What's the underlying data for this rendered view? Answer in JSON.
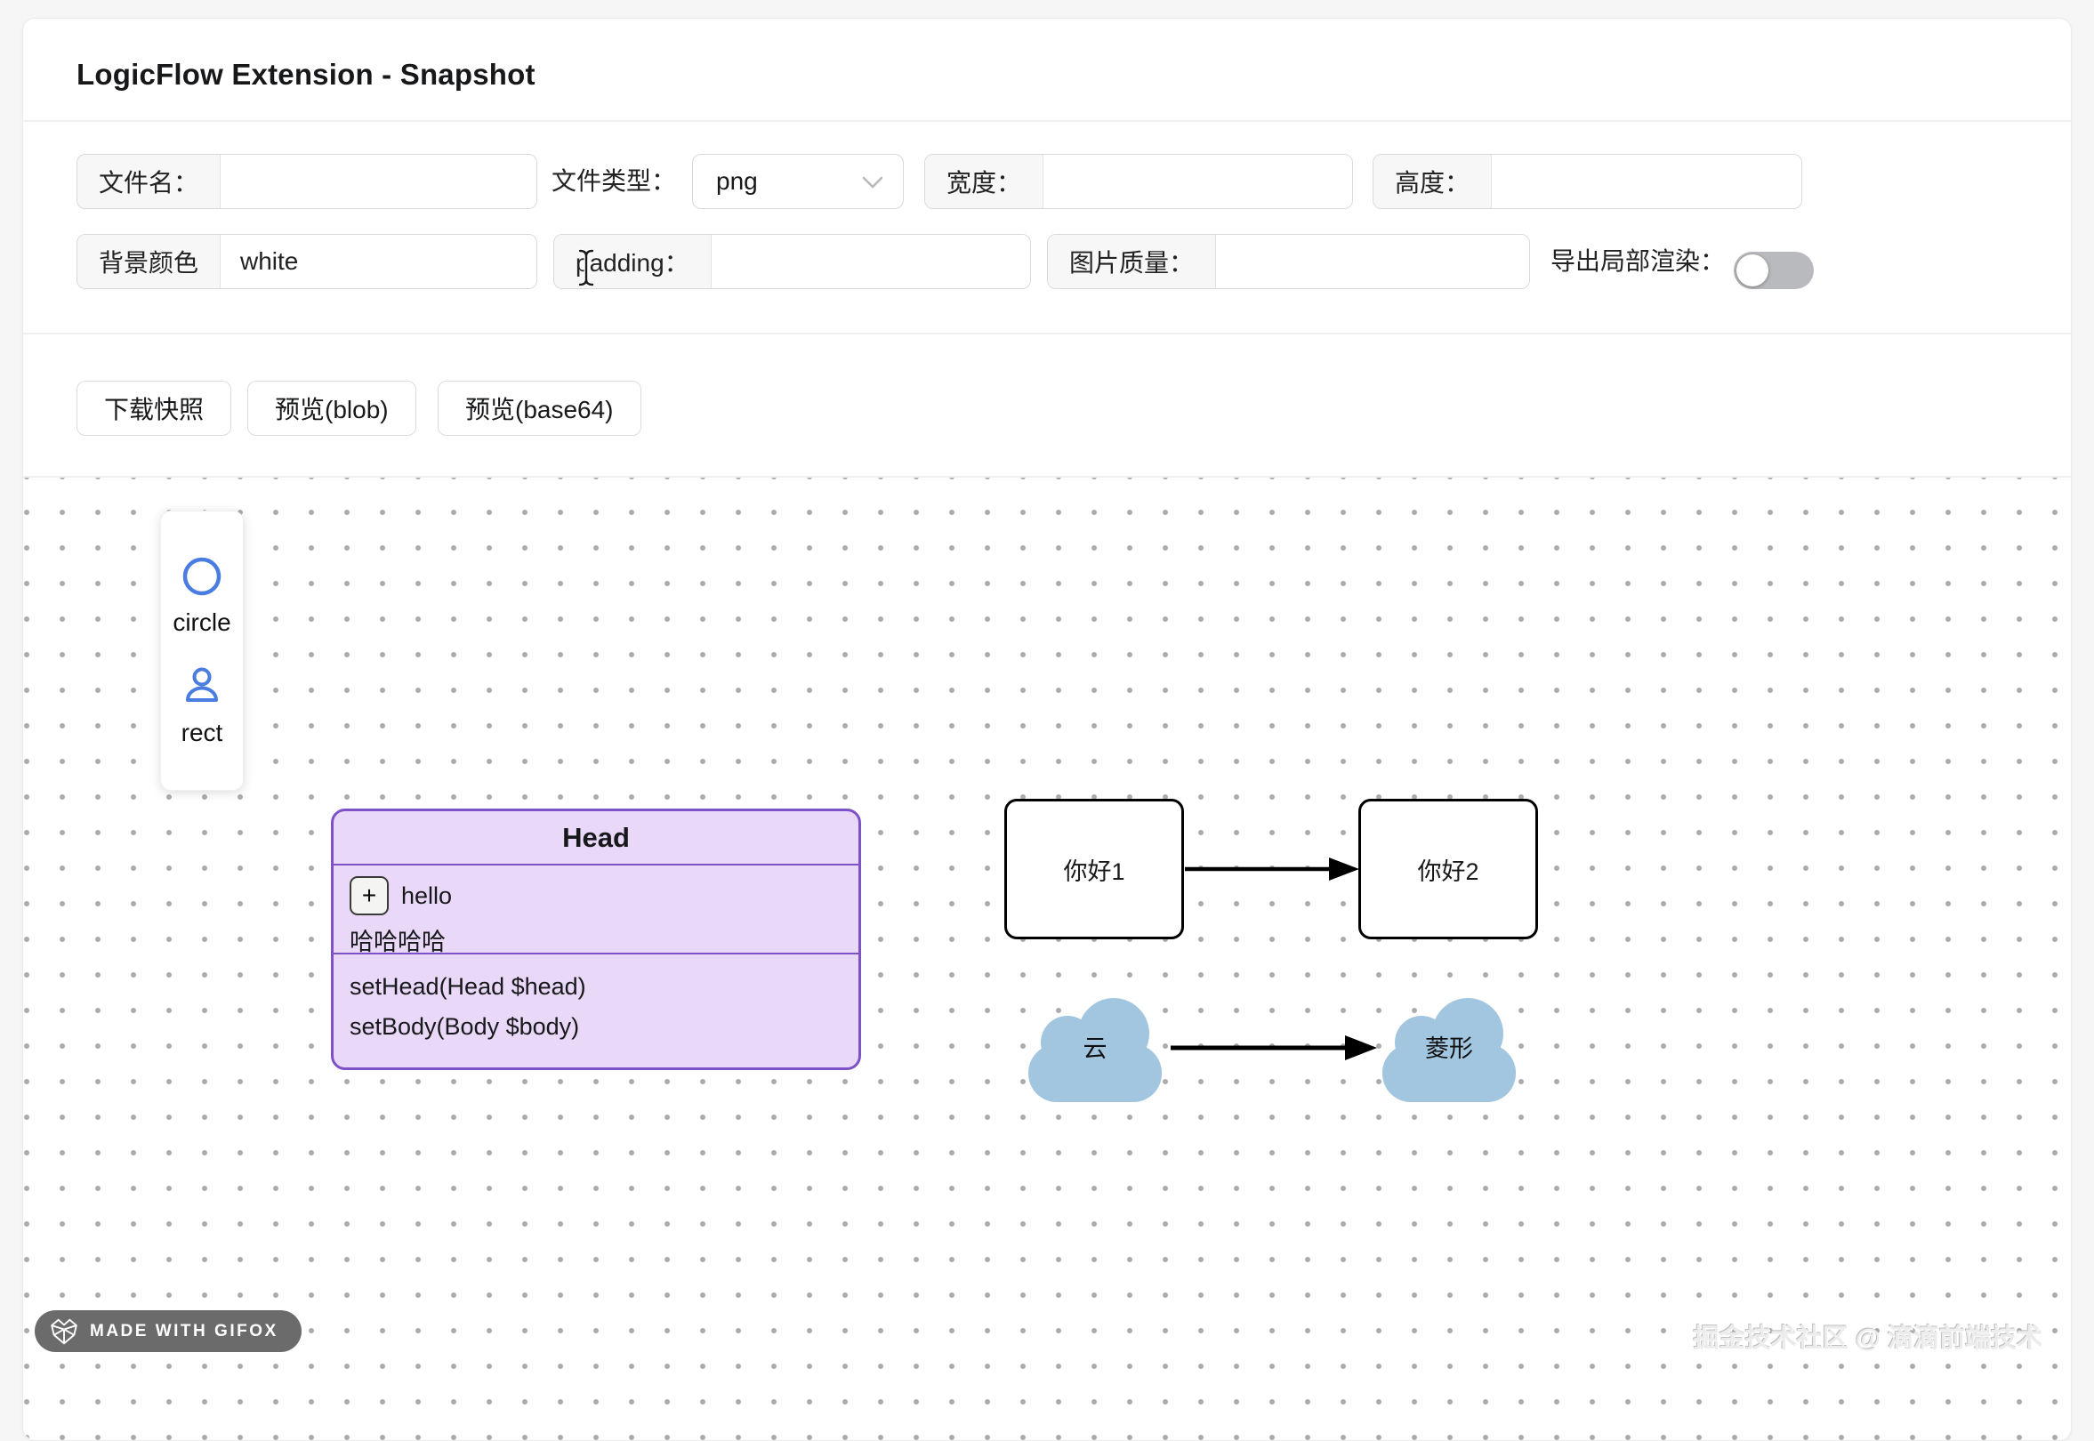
{
  "header": {
    "title": "LogicFlow Extension - Snapshot"
  },
  "form": {
    "file_name": {
      "label": "文件名：",
      "value": ""
    },
    "file_type": {
      "label": "文件类型：",
      "selected": "png"
    },
    "width": {
      "label": "宽度：",
      "value": ""
    },
    "height": {
      "label": "高度：",
      "value": ""
    },
    "bg_color": {
      "label": "背景颜色",
      "value": "white"
    },
    "padding": {
      "label": "padding：",
      "value": ""
    },
    "quality": {
      "label": "图片质量：",
      "value": ""
    },
    "partial_render": {
      "label": "导出局部渲染：",
      "state": "off"
    }
  },
  "actions": {
    "download": "下载快照",
    "preview_blob": "预览(blob)",
    "preview_base64": "预览(base64)"
  },
  "palette": {
    "items": [
      {
        "icon": "circle-icon",
        "label": "circle"
      },
      {
        "icon": "user-icon",
        "label": "rect"
      }
    ]
  },
  "canvas": {
    "head_node": {
      "title": "Head",
      "plus": "+",
      "property": "hello",
      "property2": "哈哈哈哈",
      "methods": [
        "setHead(Head $head)",
        "setBody(Body $body)"
      ]
    },
    "rect_nodes": [
      "你好1",
      "你好2"
    ],
    "cloud_nodes": [
      "云",
      "菱形"
    ]
  },
  "badges": {
    "gifox": "MADE WITH GIFOX",
    "watermark": "掘金技术社区 @ 滴滴前端技术"
  },
  "colors": {
    "accent_purple": "#7d52c8",
    "node_purple_bg": "#e9d8f8",
    "cloud_blue": "#a2c6e0",
    "icon_blue": "#4a7de0",
    "toggle_off": "#b9babd"
  }
}
